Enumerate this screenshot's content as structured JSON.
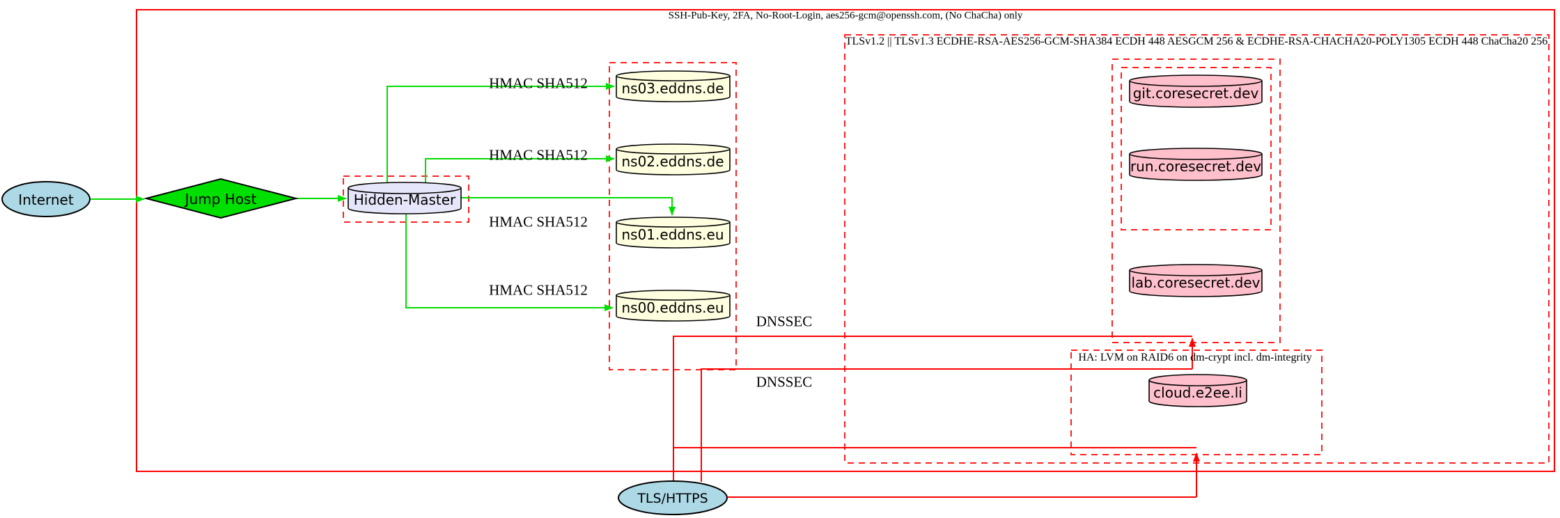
{
  "diagram": {
    "clusters": {
      "ssh": {
        "label": "SSH-Pub-Key, 2FA, No-Root-Login, aes256-gcm@openssh.com, (No ChaCha) only"
      },
      "tls": {
        "label": "TLSv1.2 || TLSv1.3 ECDHE-RSA-AES256-GCM-SHA384 ECDH 448 AESGCM 256 & ECDHE-RSA-CHACHA20-POLY1305 ECDH 448 ChaCha20 256"
      },
      "ha": {
        "label": "HA: LVM on RAID6 on dm-crypt incl. dm-integrity"
      }
    },
    "nodes": {
      "internet": {
        "label": "Internet"
      },
      "jump_host": {
        "label": "Jump Host"
      },
      "hidden_master": {
        "label": "Hidden-Master"
      },
      "ns03": {
        "label": "ns03.eddns.de"
      },
      "ns02": {
        "label": "ns02.eddns.de"
      },
      "ns01": {
        "label": "ns01.eddns.eu"
      },
      "ns00": {
        "label": "ns00.eddns.eu"
      },
      "git": {
        "label": "git.coresecret.dev"
      },
      "run": {
        "label": "run.coresecret.dev"
      },
      "lab": {
        "label": "lab.coresecret.dev"
      },
      "cloud": {
        "label": "cloud.e2ee.li"
      },
      "tls_https": {
        "label": "TLS/HTTPS"
      }
    },
    "edge_labels": {
      "hmac_ns03": "HMAC SHA512",
      "hmac_ns02": "HMAC SHA512",
      "hmac_ns01": "HMAC SHA512",
      "hmac_ns00": "HMAC SHA512",
      "dnssec_1": "DNSSEC",
      "dnssec_2": "DNSSEC"
    },
    "colors": {
      "cluster_border": "#ff0000",
      "secure_edge": "#ff0000",
      "trusted_edge": "#00dd00",
      "jump_host_fill": "#00e000",
      "internet_fill": "#add8e6",
      "hidden_master_fill": "#e6e6fa",
      "nameserver_fill": "#ffffe0",
      "service_fill": "#ffc0cb"
    }
  }
}
